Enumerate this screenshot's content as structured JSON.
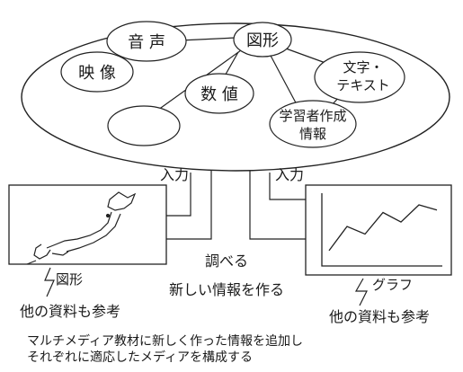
{
  "nodes": {
    "audio": "音 声",
    "figure": "図形",
    "video": "映 像",
    "numeric": "数 値",
    "text_line1": "文字・",
    "text_line2": "テキスト",
    "learner_line1": "学習者作成",
    "learner_line2": "情報"
  },
  "inputs": {
    "left": "入力",
    "right": "入力"
  },
  "labels": {
    "lookup": "調べる",
    "create_new": "新しい情報を作る",
    "left_figure": "図形",
    "right_graph": "グラフ",
    "left_reference": "他の資料も参考",
    "right_reference": "他の資料も参考"
  },
  "caption": {
    "line1": "マルチメディア教材に新しく作った情報を追加し",
    "line2": "それぞれに適応したメディアを構成する"
  },
  "chart": {
    "series": [
      10,
      48,
      36,
      70,
      55,
      82,
      74
    ]
  }
}
